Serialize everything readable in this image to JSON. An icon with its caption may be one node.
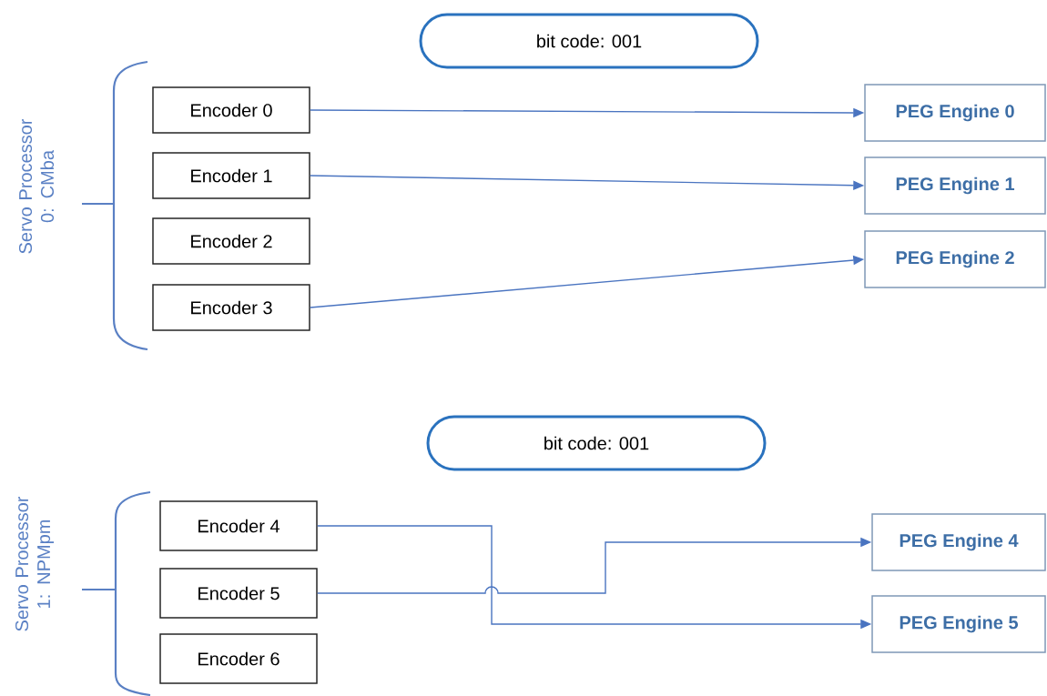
{
  "diagram": {
    "nodes": [
      {
        "text": [
          "bit code: 001"
        ]
      },
      {
        "text": [
          "Encoder 0"
        ]
      },
      {
        "text": [
          "Encoder 1"
        ]
      },
      {
        "text": [
          "Encoder 2"
        ]
      },
      {
        "text": [
          "Encoder 3"
        ]
      },
      {
        "text": [
          "PEG Engine 0"
        ]
      },
      {
        "text": [
          "PEG Engine 1"
        ]
      },
      {
        "text": [
          "PEG Engine 2"
        ]
      },
      {
        "text": [
          "bit code: 001"
        ]
      },
      {
        "text": [
          "Encoder 4"
        ]
      },
      {
        "text": [
          "Encoder 5"
        ]
      },
      {
        "text": [
          "Encoder 6"
        ]
      },
      {
        "text": [
          "PEG Engine 4"
        ]
      },
      {
        "text": [
          "PEG Engine 5"
        ]
      }
    ],
    "edges": [
      {
        "from": 1,
        "to": 5,
        "arrow": "to"
      },
      {
        "from": 2,
        "to": 6,
        "arrow": "to"
      },
      {
        "from": 4,
        "to": 7,
        "arrow": "to"
      },
      {
        "from": 9,
        "to": 13,
        "arrow": "to"
      },
      {
        "from": 10,
        "to": 12,
        "arrow": "to"
      }
    ],
    "labels": [
      "Servo Processor 0: CMba",
      "Servo Processor 1: NPMpm"
    ]
  }
}
